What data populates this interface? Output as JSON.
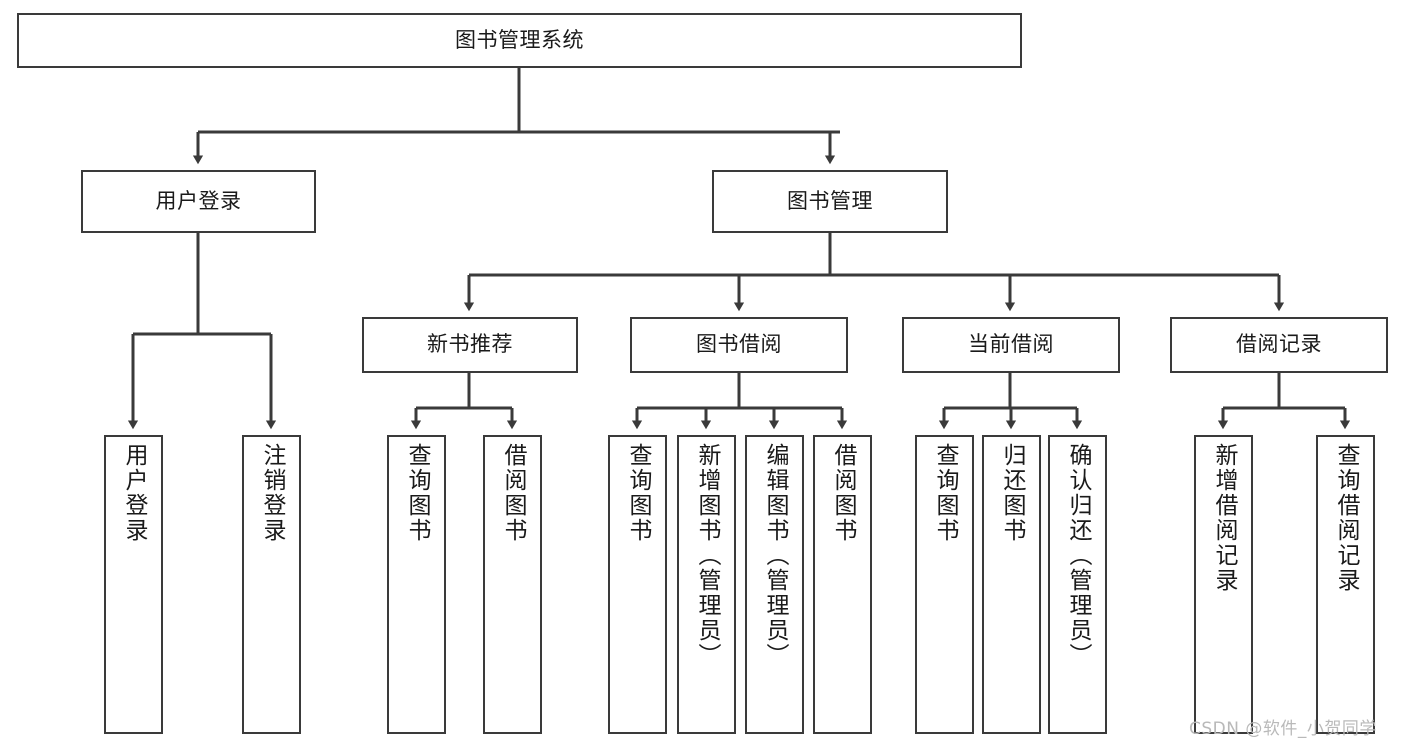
{
  "diagram": {
    "title": "图书管理系统",
    "type": "hierarchy-tree",
    "colors": {
      "stroke": "#3a3a3a",
      "fill": "#ffffff",
      "text": "#1a1a1a",
      "watermark": "#b9b9b9"
    },
    "levels": {
      "root": "图书管理系统",
      "level2": [
        "用户登录",
        "图书管理"
      ],
      "level3": [
        "新书推荐",
        "图书借阅",
        "当前借阅",
        "借阅记录"
      ]
    },
    "nodes": {
      "root": {
        "label": "图书管理系统"
      },
      "user_login": {
        "label": "用户登录"
      },
      "book_manage": {
        "label": "图书管理"
      },
      "new_book_rec": {
        "label": "新书推荐"
      },
      "book_borrow": {
        "label": "图书借阅"
      },
      "current_borrow": {
        "label": "当前借阅"
      },
      "borrow_record": {
        "label": "借阅记录"
      },
      "leaf_user_login": {
        "label": "用户登录"
      },
      "leaf_logout": {
        "label": "注销登录"
      },
      "leaf_query_book_a": {
        "label": "查询图书"
      },
      "leaf_borrow_book_a": {
        "label": "借阅图书"
      },
      "leaf_query_book_b": {
        "label": "查询图书"
      },
      "leaf_add_book": {
        "label": "新增图书（管理员）"
      },
      "leaf_edit_book": {
        "label": "编辑图书（管理员）"
      },
      "leaf_borrow_book_b": {
        "label": "借阅图书"
      },
      "leaf_query_book_c": {
        "label": "查询图书"
      },
      "leaf_return_book": {
        "label": "归还图书"
      },
      "leaf_confirm_return": {
        "label": "确认归还（管理员）"
      },
      "leaf_add_record": {
        "label": "新增借阅记录"
      },
      "leaf_query_record": {
        "label": "查询借阅记录"
      }
    }
  },
  "watermark": {
    "text": "CSDN @软件_小贺同学"
  }
}
